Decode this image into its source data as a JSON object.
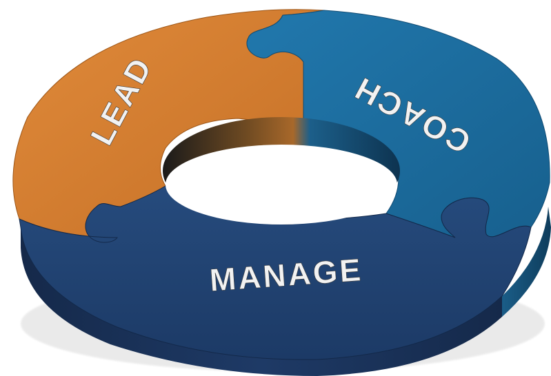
{
  "diagram": {
    "segments": [
      {
        "id": "lead",
        "label": "LEAD",
        "color": "#d17c2f"
      },
      {
        "id": "coach",
        "label": "COACH",
        "color": "#1f6fa0"
      },
      {
        "id": "manage",
        "label": "MANAGE",
        "color": "#1f3f6e"
      }
    ],
    "background": "#ffffff"
  }
}
